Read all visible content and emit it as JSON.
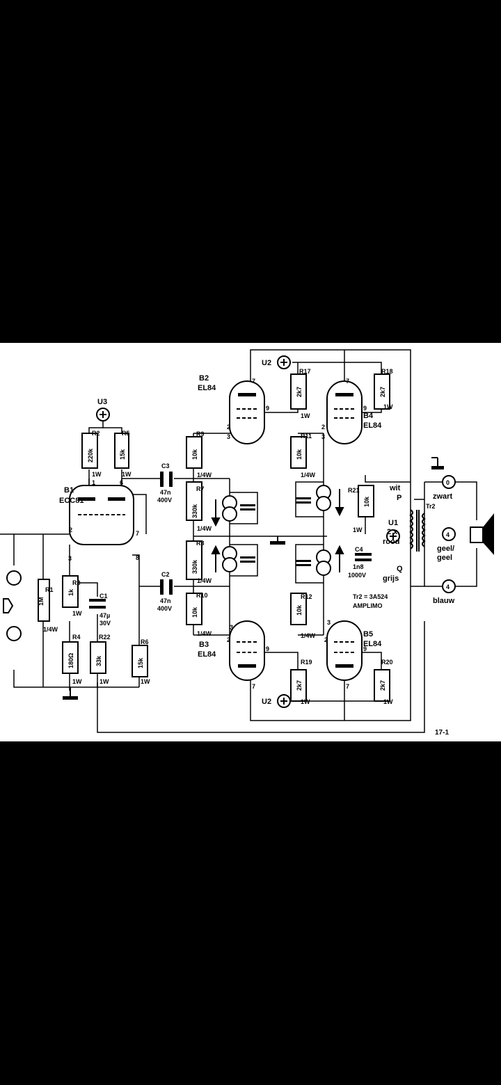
{
  "colors": {
    "background": "#000000",
    "image_background": "#ffffff",
    "ink": "#000000"
  },
  "figure": {
    "figure_id": "17-1",
    "ecc": {
      "ref": "B1",
      "type": "ECC81"
    },
    "tubes": [
      {
        "ref": "B2",
        "type": "EL84"
      },
      {
        "ref": "B3",
        "type": "EL84"
      },
      {
        "ref": "B4",
        "type": "EL84"
      },
      {
        "ref": "B5",
        "type": "EL84"
      }
    ],
    "supplies": {
      "u2": "U2",
      "u3": "U3",
      "u1": "U1"
    },
    "resistors": [
      {
        "ref": "R1",
        "value": "1M",
        "power": "1/4W"
      },
      {
        "ref": "R2",
        "value": "220k",
        "power": "1W"
      },
      {
        "ref": "R3",
        "value": "1k",
        "power": "1W"
      },
      {
        "ref": "R4",
        "value": "180Ω",
        "power": "1W"
      },
      {
        "ref": "R5",
        "value": "15k",
        "power": "1W"
      },
      {
        "ref": "R6",
        "value": "15k",
        "power": "1W"
      },
      {
        "ref": "R7",
        "value": "330k",
        "power": "1/4W"
      },
      {
        "ref": "R8",
        "value": "330k",
        "power": "1/4W"
      },
      {
        "ref": "R9",
        "value": "10k",
        "power": "1/4W"
      },
      {
        "ref": "R10",
        "value": "10k",
        "power": "1/4W"
      },
      {
        "ref": "R11",
        "value": "10k",
        "power": "1/4W"
      },
      {
        "ref": "R12",
        "value": "10k",
        "power": "1/4W"
      },
      {
        "ref": "R17",
        "value": "2k7",
        "power": "1W"
      },
      {
        "ref": "R18",
        "value": "2k7",
        "power": "1W"
      },
      {
        "ref": "R19",
        "value": "2k7",
        "power": "1W"
      },
      {
        "ref": "R20",
        "value": "2k7",
        "power": "1W"
      },
      {
        "ref": "R21",
        "value": "10k",
        "power": "1W"
      },
      {
        "ref": "R22",
        "value": "33k",
        "power": "1W"
      }
    ],
    "capacitors": {
      "c1": {
        "ref": "C1",
        "value": "47µ",
        "voltage": "30V"
      },
      "c2": {
        "ref": "C2",
        "value": "47n",
        "voltage": "400V"
      },
      "c3": {
        "ref": "C3",
        "value": "47n",
        "voltage": "400V"
      },
      "c4": {
        "ref": "C4",
        "value": "1n8",
        "voltage": "1000V"
      }
    },
    "pins": {
      "p1": "1",
      "p2": "2",
      "p3": "3",
      "p6": "6",
      "p7": "7",
      "p8": "8",
      "p9": "9"
    },
    "transformer": {
      "ref": "Tr2",
      "wit": "wit",
      "p": "P",
      "two_x": "2 x",
      "rood": "rood",
      "q": "Q",
      "grijs": "grijs",
      "note_line1": "Tr2 = 3A524",
      "note_line2": "AMPLIMO"
    },
    "speaker_taps": [
      {
        "num": "0",
        "label": "zwart"
      },
      {
        "num": "4",
        "label": "geel/",
        "label2": "geel"
      },
      {
        "num": "4",
        "label": "blauw"
      }
    ]
  }
}
